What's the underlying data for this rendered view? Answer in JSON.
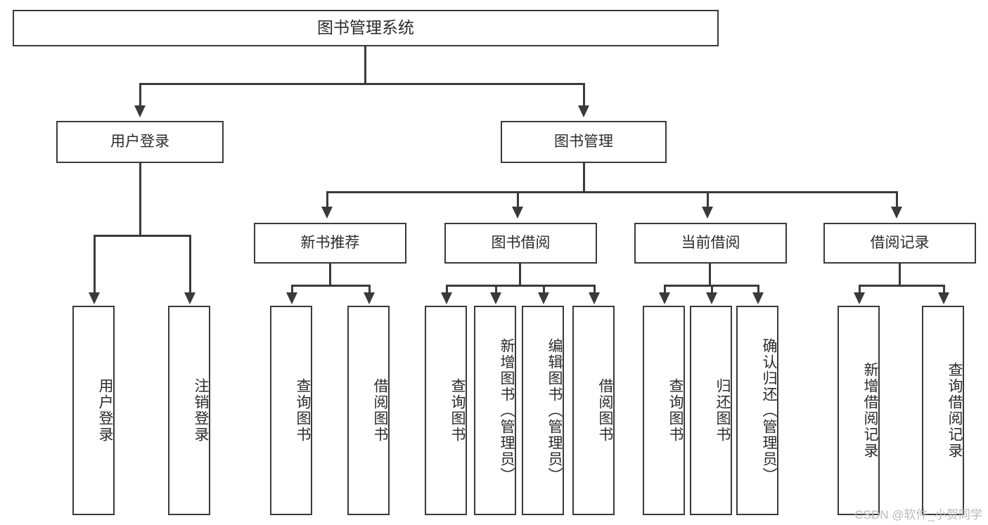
{
  "diagram": {
    "type": "tree",
    "title": "图书管理系统",
    "root": {
      "label": "图书管理系统"
    },
    "level2": [
      {
        "label": "用户登录"
      },
      {
        "label": "图书管理"
      }
    ],
    "level3": [
      {
        "label": "新书推荐"
      },
      {
        "label": "图书借阅"
      },
      {
        "label": "当前借阅"
      },
      {
        "label": "借阅记录"
      }
    ],
    "leaves": {
      "user_login": [
        {
          "label": "用户登录"
        },
        {
          "label": "注销登录"
        }
      ],
      "new_book_recommend": [
        {
          "label": "查询图书"
        },
        {
          "label": "借阅图书"
        }
      ],
      "book_borrow": [
        {
          "label": "查询图书"
        },
        {
          "label": "新增图书（管理员）"
        },
        {
          "label": "编辑图书（管理员）"
        },
        {
          "label": "借阅图书"
        }
      ],
      "current_borrow": [
        {
          "label": "查询图书"
        },
        {
          "label": "归还图书"
        },
        {
          "label": "确认归还（管理员）"
        }
      ],
      "borrow_records": [
        {
          "label": "新增借阅记录"
        },
        {
          "label": "查询借阅记录"
        }
      ]
    }
  },
  "watermark": {
    "text": "CSDN @软件_小贺同学"
  },
  "colors": {
    "stroke": "#3a3a3a",
    "text": "#2b2b2b",
    "background": "#ffffff",
    "watermark": "#b9b9b9"
  }
}
